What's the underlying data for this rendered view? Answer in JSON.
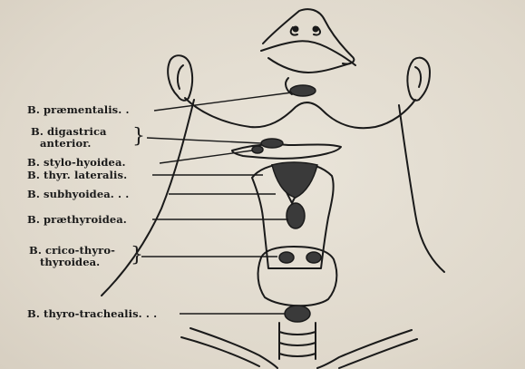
{
  "labels": {
    "praementalis": "B. præmentalis. .",
    "digastrica_line1": "B.    digastrica",
    "digastrica_line2": "anterior.",
    "stylo_hyoidea": "B. stylo-hyoidea.",
    "thyr_lateralis": "B. thyr. lateralis.",
    "subhyoidea": "B. subhyoidea. . .",
    "praethyroidea": "B. præthyroidea.",
    "crico_line1": "B.    crico-thyro-",
    "crico_line2": "thyroidea.",
    "thyro_trachealis": "B. thyro-trachealis. . ."
  },
  "colors": {
    "ink": "#1a1a1a",
    "paper": "#e4ded2",
    "shade": "#3a3a3a"
  }
}
